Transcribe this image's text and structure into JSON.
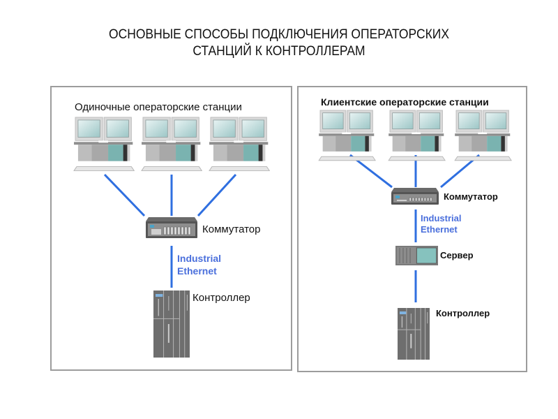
{
  "title": {
    "line1": "ОСНОВНЫЕ СПОСОБЫ ПОДКЛЮЧЕНИЯ ОПЕРАТОРСКИХ",
    "line2": "СТАНЦИЙ К КОНТРОЛЛЕРАМ"
  },
  "colors": {
    "link": "#2f6fe0",
    "ethernet_text": "#4a6fdc",
    "panel_border": "#9c9c9c"
  },
  "left_panel": {
    "header": "Одиночные операторские станции",
    "stations": [
      {
        "icon": "operator-station-icon"
      },
      {
        "icon": "operator-station-icon"
      },
      {
        "icon": "operator-station-icon"
      }
    ],
    "switch_label": "Коммутатор",
    "network_label_1": "Industrial",
    "network_label_2": "Ethernet",
    "controller_label": "Контроллер"
  },
  "right_panel": {
    "header": "Клиентские операторские станции",
    "stations": [
      {
        "icon": "operator-station-icon"
      },
      {
        "icon": "operator-station-icon"
      },
      {
        "icon": "operator-station-icon"
      }
    ],
    "switch_label": "Коммутатор",
    "network_label_1": "Industrial",
    "network_label_2": "Ethernet",
    "server_label": "Сервер",
    "controller_label": "Контроллер"
  }
}
